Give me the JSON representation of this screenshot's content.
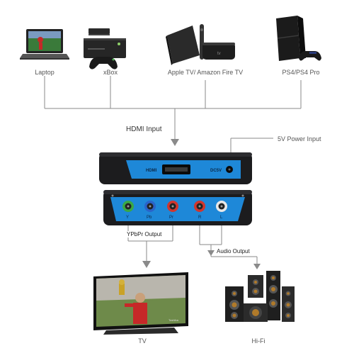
{
  "sources": [
    {
      "label": "Laptop"
    },
    {
      "label": "xBox"
    },
    {
      "label": "Apple TV/ Amazon Fire TV"
    },
    {
      "label": "PS4/PS4 Pro"
    }
  ],
  "hdmi_input_label": "HDMI Input",
  "power_input_label": "5V Power Input",
  "device": {
    "front_hdmi_text": "HDMI",
    "front_dc_text": "DC5V",
    "port_letters": [
      "Y",
      "Pb",
      "Pr",
      "R",
      "L"
    ]
  },
  "ypbpr_output_label": "YPbPr Output",
  "audio_output_label": "Audio Output",
  "outputs": [
    {
      "label": "TV"
    },
    {
      "label": "Hi-Fi"
    }
  ],
  "tv_brand_text": "Toshiba",
  "colors": {
    "accent_blue": "#1e88d8",
    "device_black": "#1c1c1e",
    "line_gray": "#8a8a8a",
    "port_green": "#3aa844",
    "port_blue": "#2a63c9",
    "port_red": "#d0362d",
    "port_white": "#e8e8e8"
  }
}
